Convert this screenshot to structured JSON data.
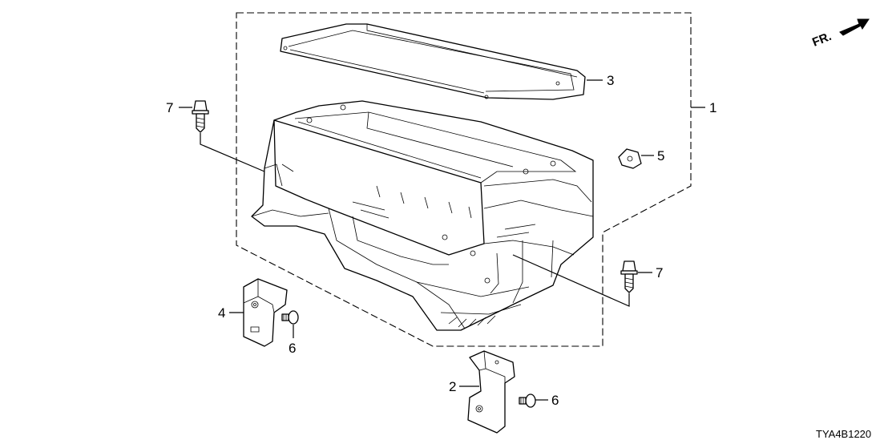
{
  "diagram": {
    "callouts": {
      "c1": "1",
      "c2": "2",
      "c3": "3",
      "c4": "4",
      "c5": "5",
      "c6a": "6",
      "c6b": "6",
      "c7a": "7",
      "c7b": "7"
    },
    "direction_label": "FR.",
    "drawing_code": "TYA4B1220"
  }
}
